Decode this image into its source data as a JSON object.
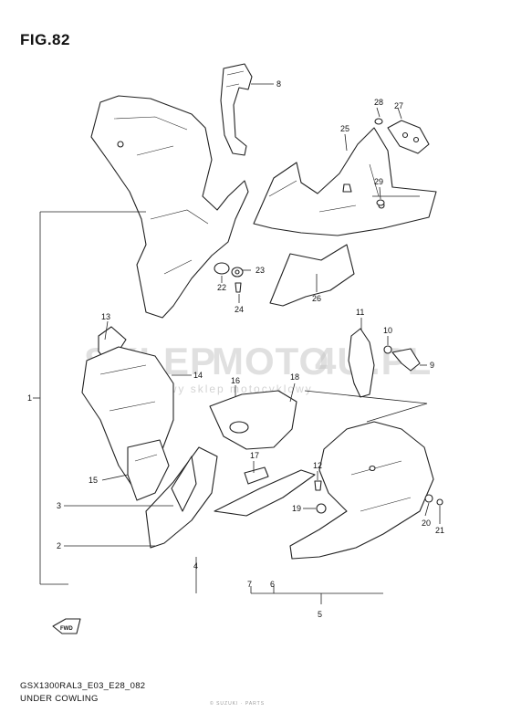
{
  "figure": {
    "title": "FIG.82",
    "model_code": "GSX1300RAL3_E03_E28_082",
    "caption": "UNDER COWLING",
    "footer_note": "© SUZUKI · PARTS"
  },
  "watermark": {
    "brand_part1": "SKLEP",
    "brand_part2": "MOTO",
    "brand_part3": "4U",
    "tld": ".PL",
    "tagline": "internetowy sklep motocyklowy"
  },
  "callouts": [
    "1",
    "2",
    "3",
    "4",
    "5",
    "6",
    "7",
    "8",
    "9",
    "10",
    "11",
    "12",
    "13",
    "14",
    "15",
    "16",
    "17",
    "18",
    "19",
    "20",
    "21",
    "22",
    "23",
    "24",
    "25",
    "26",
    "27",
    "28",
    "29"
  ],
  "direction_indicator": "FWD"
}
